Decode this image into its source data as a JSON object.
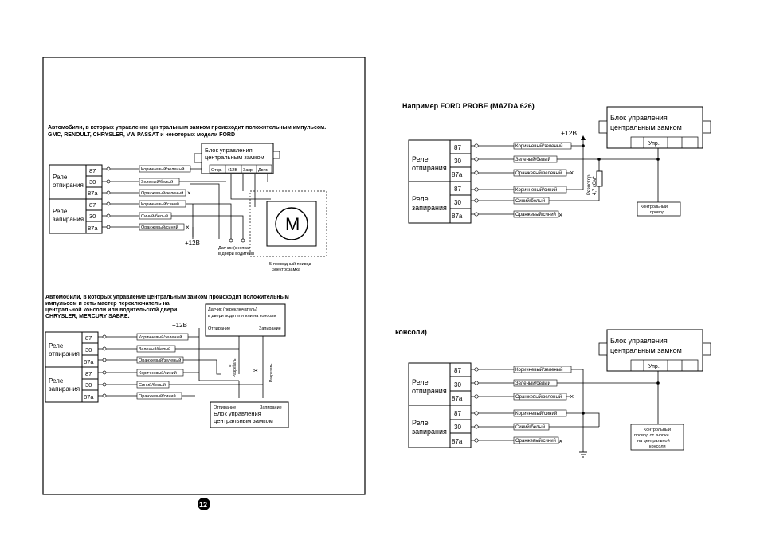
{
  "relay": {
    "open_label_1": "Реле",
    "open_label_2": "отпирания",
    "close_label_1": "Реле",
    "close_label_2": "запирания",
    "pin_87": "87",
    "pin_30": "30",
    "pin_87a": "87a"
  },
  "wires": {
    "brown_green": "Коричневый/зеленый",
    "green_white": "Зеленый/белый",
    "orange_green": "Оранжевый/зеленый",
    "brown_blue": "Коричневый/синий",
    "blue_white": "Синий/белый",
    "orange_blue": "Оранжевый/синий"
  },
  "common": {
    "plus12": "+12В",
    "block_line1": "Блок управления",
    "block_line2": "центральным замком"
  },
  "left_top": {
    "heading_line1": "Автомобили, в которых управление центральным замком происходит положительным импульсом.",
    "heading_line2": "GMC, RENOULT, CHRYSLER, VW PASSAT и некоторых модели FORD",
    "term_open": "Откр.",
    "term_12": "+12В",
    "term_close": "Закр.",
    "term_motor": "Двиг.",
    "motor_letter": "M",
    "sensor_line1": "Датчик (кнопка)",
    "sensor_line2": "в двери водителя",
    "drive_line1": "5-проводный привод",
    "drive_line2": "электрозамка"
  },
  "left_bottom": {
    "heading_line1": "Автомобили, в которых управление центральным замком происходит положительным",
    "heading_line2": "импульсом и есть мастер переключатель на",
    "heading_line3": "центральной консоли или водительской двери.",
    "heading_line4": "CHRYSLER, MERCURY SABRE.",
    "sensor_line1": "Датчик (переключатель)",
    "sensor_line2": "в двери водителя или на консоли",
    "unlock": "Отпирание",
    "lock": "Запирание",
    "cut": "Разрезать",
    "page_number": "12"
  },
  "right_top": {
    "heading": "Например FORD PROBE (MAZDA 626)",
    "control_term": "Упр.",
    "resistor_line1": "Резистор",
    "resistor_line2": "4,7 кОм*",
    "control_wire_line1": "Контрольный",
    "control_wire_line2": "провод"
  },
  "right_bottom": {
    "heading": "консоли)",
    "control_term": "Упр.",
    "control_wire_line1": "Контрольный",
    "control_wire_line2": "провод от кнопки",
    "control_wire_line3": "на центральной",
    "control_wire_line4": "консоли"
  }
}
